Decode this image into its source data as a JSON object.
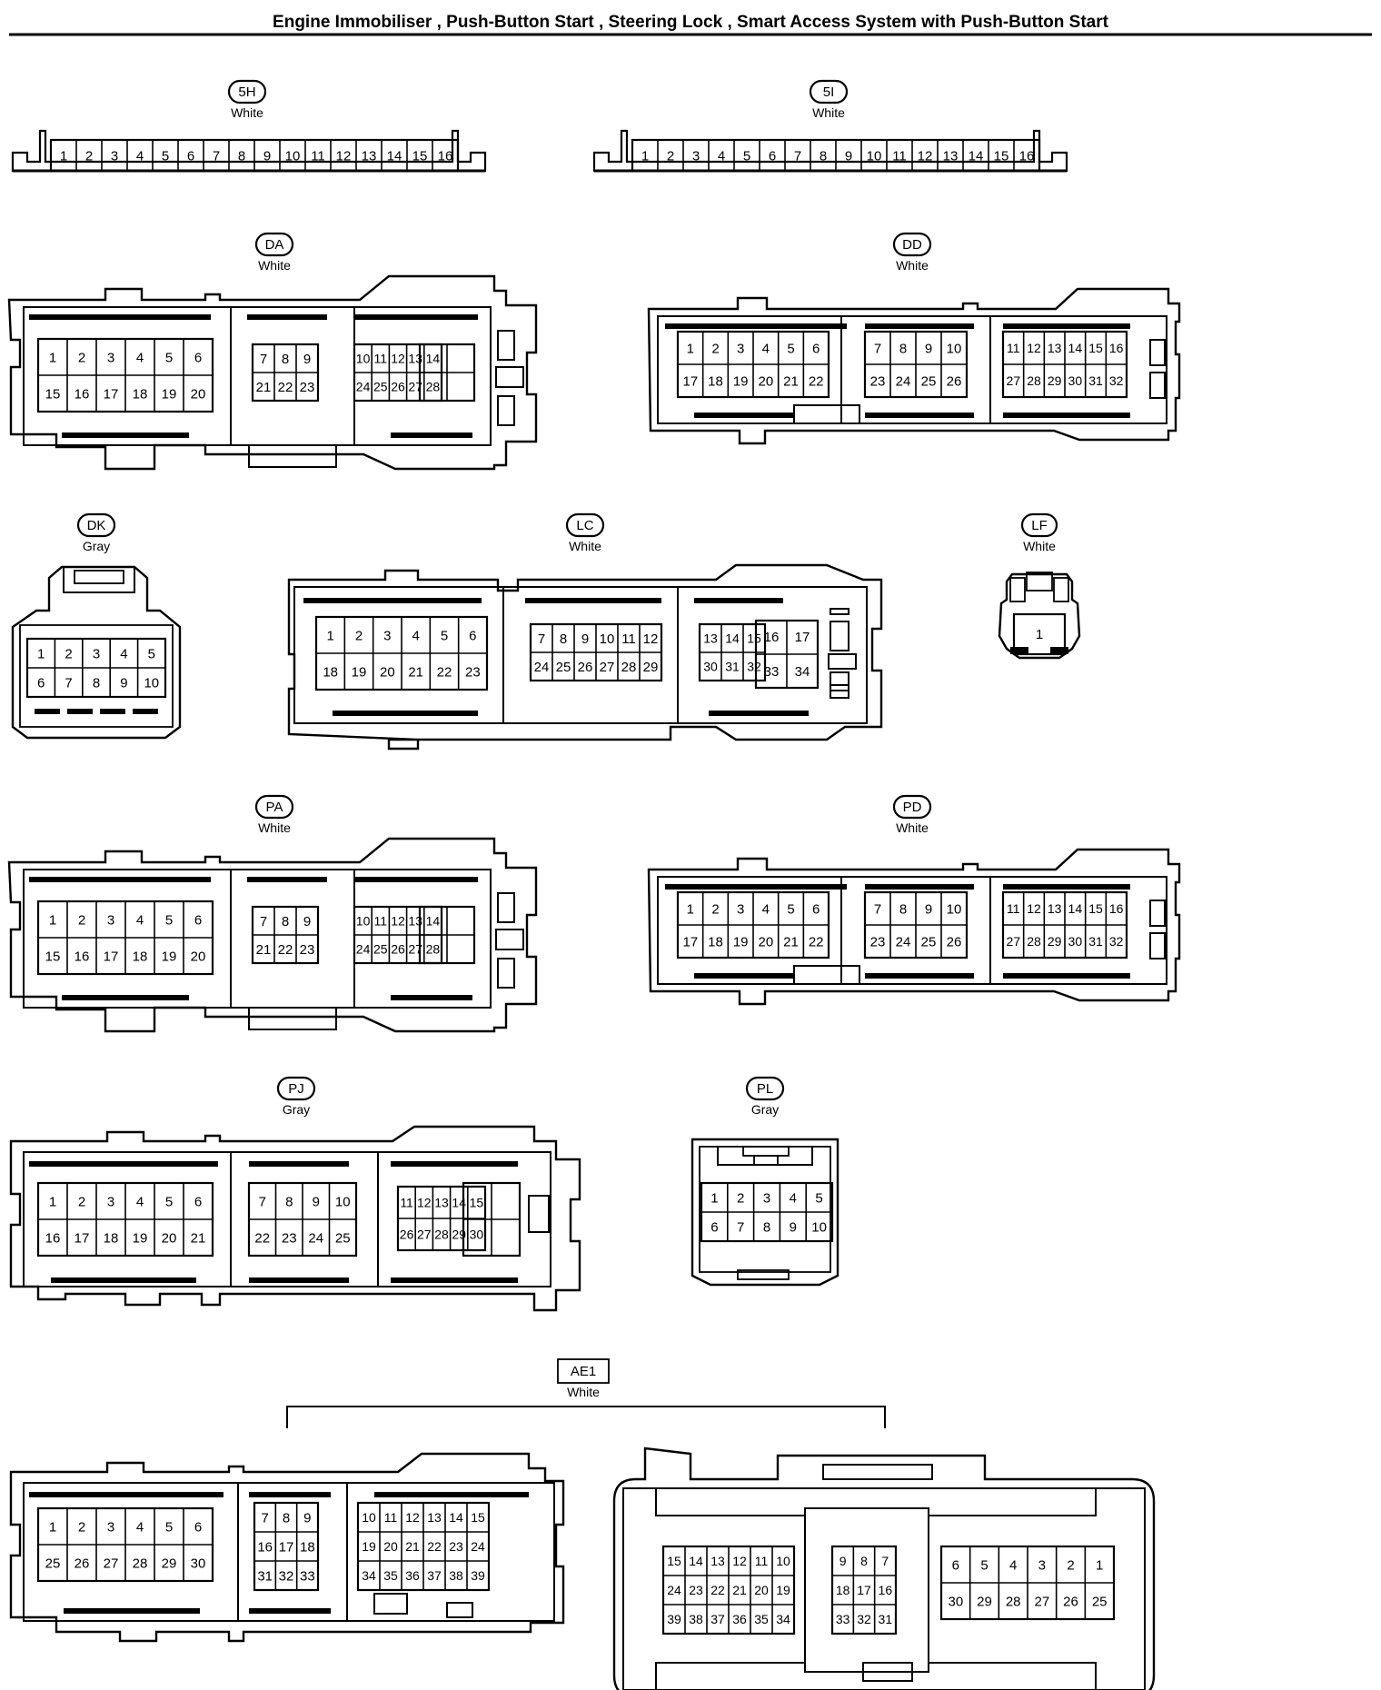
{
  "title": "Engine Immobiliser , Push-Button Start , Steering Lock , Smart Access System with Push-Button Start",
  "connectors": [
    {
      "id": "5H",
      "color": "White"
    },
    {
      "id": "5I",
      "color": "White"
    },
    {
      "id": "DA",
      "color": "White"
    },
    {
      "id": "DD",
      "color": "White"
    },
    {
      "id": "DK",
      "color": "Gray"
    },
    {
      "id": "LC",
      "color": "White"
    },
    {
      "id": "LF",
      "color": "White"
    },
    {
      "id": "PA",
      "color": "White"
    },
    {
      "id": "PD",
      "color": "White"
    },
    {
      "id": "PJ",
      "color": "Gray"
    },
    {
      "id": "PL",
      "color": "Gray"
    },
    {
      "id": "AE1",
      "color": "White"
    }
  ]
}
